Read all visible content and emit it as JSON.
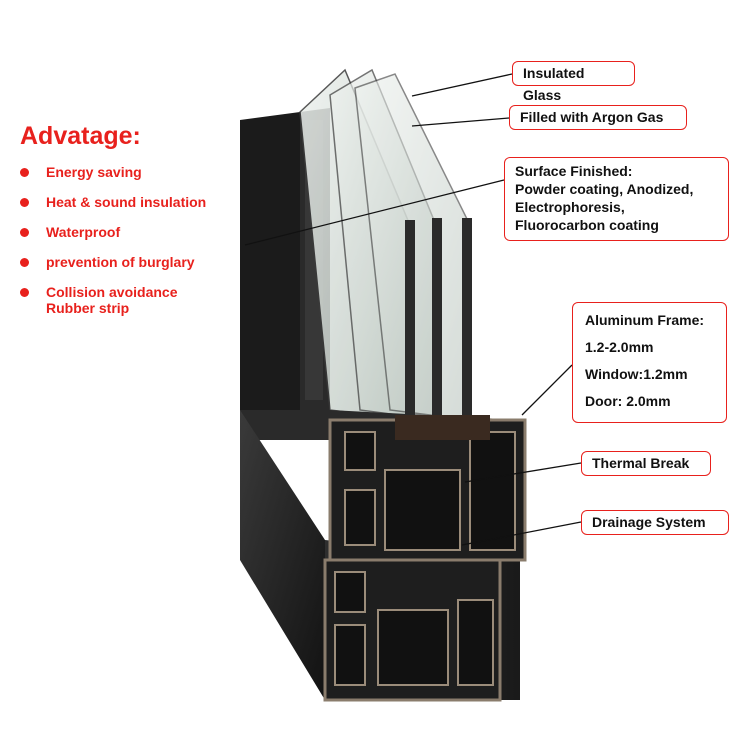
{
  "advantages": {
    "title": "Advatage:",
    "items": [
      "Energy saving",
      "Heat & sound insulation",
      "Waterproof",
      "prevention of burglary",
      "Collision avoidance Rubber strip"
    ]
  },
  "callouts": {
    "insulated_glass": "Insulated Glass",
    "argon_gas": "Filled with Argon Gas",
    "surface_title": "Surface Finished:",
    "surface_lines": [
      "Powder coating, Anodized,",
      "Electrophoresis,",
      "Fluorocarbon coating"
    ],
    "frame_title": "Aluminum Frame:",
    "frame_lines": [
      "1.2-2.0mm",
      "Window:1.2mm",
      "Door: 2.0mm"
    ],
    "thermal_break": "Thermal Break",
    "drainage_system": "Drainage System"
  },
  "colors": {
    "accent_red": "#e8211d",
    "frame_dark": "#232323",
    "glass_tint": "#cfd8d2"
  }
}
